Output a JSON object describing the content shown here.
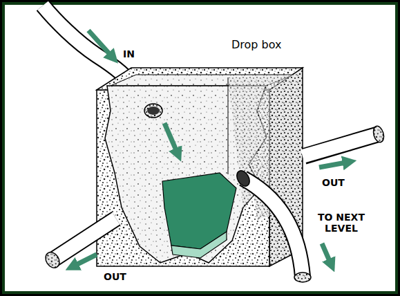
{
  "diagram": {
    "title": "Drop box",
    "labels": [
      "IN",
      "OUT",
      "TO NEXT LEVEL",
      "OUT"
    ]
  }
}
